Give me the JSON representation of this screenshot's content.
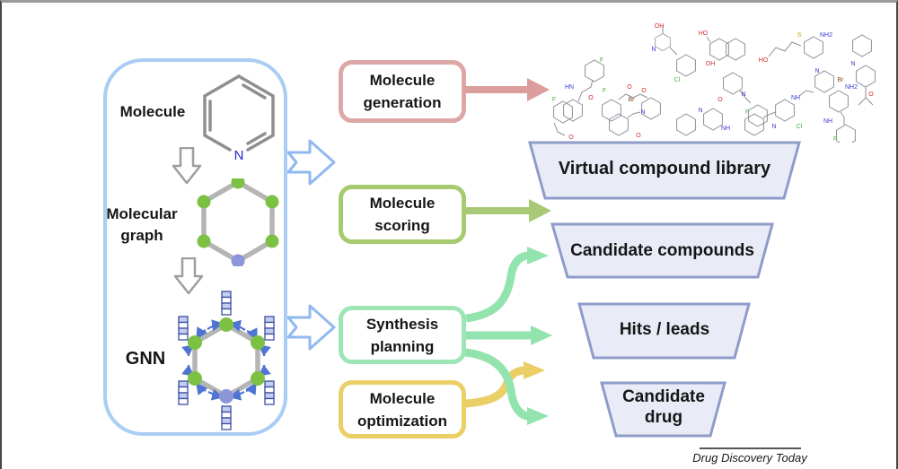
{
  "panel": {
    "molecule_label": "Molecule",
    "molecular_graph_label": "Molecular graph",
    "gnn_label": "GNN",
    "pyridine_nitrogen": "N"
  },
  "process_boxes": [
    {
      "label": "Molecule generation",
      "color": "#dca7a7"
    },
    {
      "label": "Molecule scoring",
      "color": "#a6ca6e"
    },
    {
      "label": "Synthesis planning",
      "color": "#9ee5b5"
    },
    {
      "label": "Molecule optimization",
      "color": "#e9cf66"
    }
  ],
  "funnel_stages": [
    {
      "label": "Virtual compound library"
    },
    {
      "label": "Candidate compounds"
    },
    {
      "label": "Hits / leads"
    },
    {
      "label": "Candidate drug"
    }
  ],
  "footer": {
    "journal": "Drug Discovery Today"
  },
  "cluster": {
    "atom_labels": [
      "HN",
      "O",
      "F",
      "OH",
      "N",
      "Cl",
      "HO",
      "OH",
      "HO",
      "S",
      "NH2",
      "N",
      "O",
      "F",
      "O",
      "O",
      "O",
      "N",
      "F",
      "N",
      "Br",
      "NH",
      "F",
      "O",
      "Br",
      "N",
      "O",
      "N",
      "NH",
      "N",
      "Cl",
      "NH2",
      "NH",
      "F"
    ]
  },
  "colors": {
    "panel_border": "#a9cdf4",
    "hollow_arrow_blue": "#8fb9ef",
    "down_arrow_gray": "#9e9e9e",
    "node_green": "#7cc143",
    "node_blue": "#8c96d9",
    "gnn_message_arrow": "#4f74d2",
    "generation_arrow": "#dc9d9d",
    "scoring_arrow": "#a8ca77",
    "synthesis_arrow": "#93e3ae",
    "optimization_arrow": "#ecce67",
    "funnel_fill": "#e9ecf7",
    "funnel_border": "#8f9cc9"
  }
}
